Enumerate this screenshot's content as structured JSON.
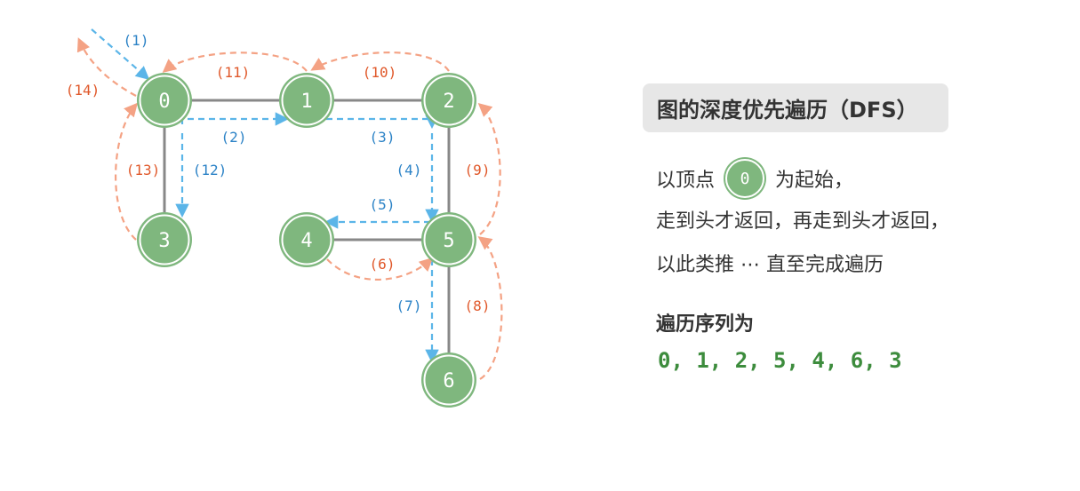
{
  "title": "图的深度优先遍历（DFS）",
  "description": {
    "line1_prefix": "以顶点",
    "start_node": "0",
    "line1_suffix": "为起始，",
    "line2": "走到头才返回，再走到头才返回，",
    "line3": "以此类推 ⋯ 直至完成遍历"
  },
  "sequence": {
    "title": "遍历序列为",
    "values": "0, 1, 2, 5, 4, 6, 3"
  },
  "graph": {
    "nodes": [
      "0",
      "1",
      "2",
      "3",
      "4",
      "5",
      "6"
    ],
    "edges": [
      [
        "0",
        "1"
      ],
      [
        "1",
        "2"
      ],
      [
        "0",
        "3"
      ],
      [
        "2",
        "5"
      ],
      [
        "4",
        "5"
      ],
      [
        "5",
        "6"
      ]
    ]
  },
  "steps": [
    {
      "label": "(1)",
      "type": "forward"
    },
    {
      "label": "(2)",
      "type": "forward"
    },
    {
      "label": "(3)",
      "type": "forward"
    },
    {
      "label": "(4)",
      "type": "forward"
    },
    {
      "label": "(5)",
      "type": "forward"
    },
    {
      "label": "(6)",
      "type": "backtrack"
    },
    {
      "label": "(7)",
      "type": "forward"
    },
    {
      "label": "(8)",
      "type": "backtrack"
    },
    {
      "label": "(9)",
      "type": "backtrack"
    },
    {
      "label": "(10)",
      "type": "backtrack"
    },
    {
      "label": "(11)",
      "type": "backtrack"
    },
    {
      "label": "(12)",
      "type": "forward"
    },
    {
      "label": "(13)",
      "type": "backtrack"
    },
    {
      "label": "(14)",
      "type": "backtrack"
    }
  ],
  "colors": {
    "node": "#7fb77e",
    "edge": "#888888",
    "forward": "#5bb5e8",
    "backtrack": "#f4a284",
    "forward_label": "#2b82c6",
    "backtrack_label": "#e0582a"
  }
}
